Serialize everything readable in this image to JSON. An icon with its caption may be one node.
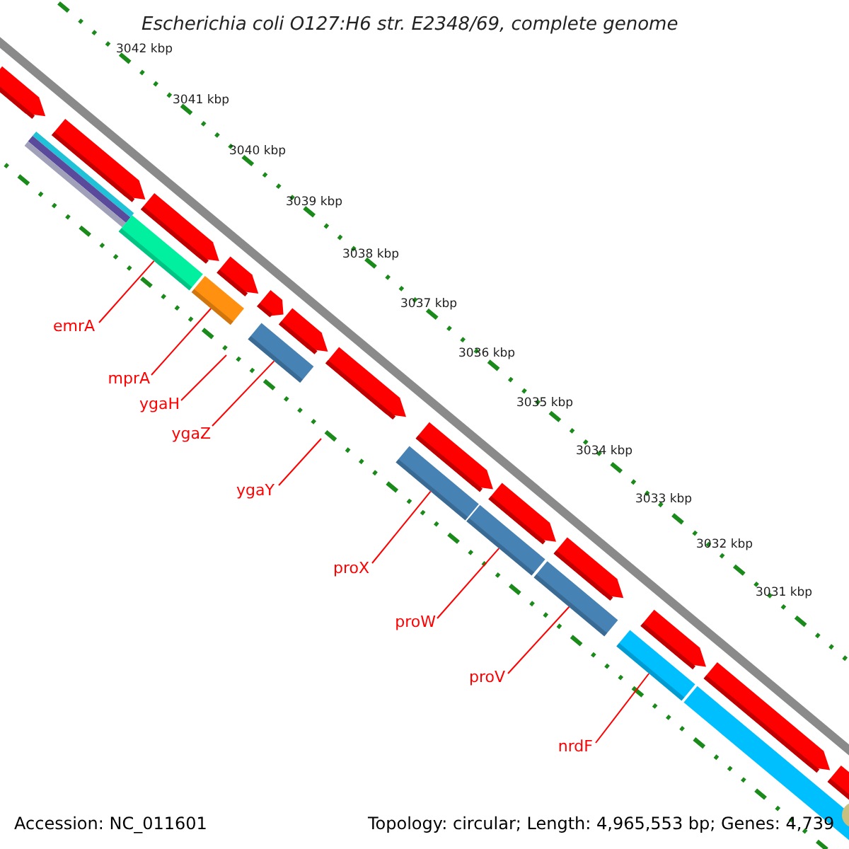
{
  "diagram": {
    "title": "Escherichia coli O127:H6 str. E2348/69, complete genome",
    "nodes": [
      {
        "text": [
          "emrA"
        ]
      },
      {
        "text": [
          "mprA"
        ]
      },
      {
        "text": [
          "ygaH"
        ]
      },
      {
        "text": [
          "ygaZ"
        ]
      },
      {
        "text": [
          "ygaY"
        ]
      },
      {
        "text": [
          "proX"
        ]
      },
      {
        "text": [
          "proW"
        ]
      },
      {
        "text": [
          "proV"
        ]
      },
      {
        "text": [
          "nrdF"
        ]
      },
      {
        "text": [],
        "shape": "bar"
      },
      {
        "text": [],
        "shape": "bar"
      },
      {
        "text": [],
        "shape": "bar"
      },
      {
        "text": [],
        "shape": "bar"
      },
      {
        "text": [],
        "shape": "bar"
      },
      {
        "text": [],
        "shape": "bar"
      },
      {
        "text": [],
        "shape": "bar"
      }
    ],
    "edges": [
      {
        "from": 0,
        "to": 9,
        "arrow": "none"
      },
      {
        "from": 1,
        "to": 10,
        "arrow": "none"
      },
      {
        "from": 2,
        "to": null,
        "arrow": "none"
      },
      {
        "from": 3,
        "to": 11,
        "arrow": "none"
      },
      {
        "from": 4,
        "to": null,
        "arrow": "none"
      },
      {
        "from": 5,
        "to": 12,
        "arrow": "none"
      },
      {
        "from": 6,
        "to": 13,
        "arrow": "none"
      },
      {
        "from": 7,
        "to": 14,
        "arrow": "none"
      },
      {
        "from": 8,
        "to": 15,
        "arrow": "none"
      }
    ],
    "labels": [
      "3042 kbp",
      "3041 kbp",
      "3040 kbp",
      "3039 kbp",
      "3038 kbp",
      "3037 kbp",
      "3036 kbp",
      "3035 kbp",
      "3034 kbp",
      "3033 kbp",
      "3032 kbp",
      "3031 kbp",
      "Accession: NC_011601",
      "Topology: circular; Length: 4,965,553 bp; Genes: 4,739"
    ]
  }
}
